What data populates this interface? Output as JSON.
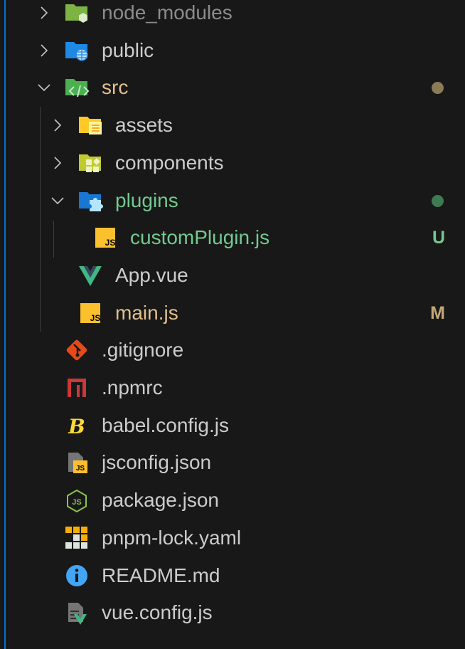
{
  "explorer": {
    "items": [
      {
        "label": "node_modules",
        "depth": 0,
        "kind": "folder",
        "expanded": false,
        "icon": "node-modules-folder-icon",
        "color": "#8c8c8c"
      },
      {
        "label": "public",
        "depth": 0,
        "kind": "folder",
        "expanded": false,
        "icon": "public-folder-icon",
        "color": "#cccccc"
      },
      {
        "label": "src",
        "depth": 0,
        "kind": "folder",
        "expanded": true,
        "icon": "src-folder-icon",
        "color": "#e2c08d",
        "status_dot": "#8b7b57"
      },
      {
        "label": "assets",
        "depth": 1,
        "kind": "folder",
        "expanded": false,
        "icon": "assets-folder-icon",
        "color": "#cccccc"
      },
      {
        "label": "components",
        "depth": 1,
        "kind": "folder",
        "expanded": false,
        "icon": "components-folder-icon",
        "color": "#cccccc"
      },
      {
        "label": "plugins",
        "depth": 1,
        "kind": "folder",
        "expanded": true,
        "icon": "plugins-folder-icon",
        "color": "#73c991",
        "status_dot": "#3f7a52"
      },
      {
        "label": "customPlugin.js",
        "depth": 2,
        "kind": "file",
        "icon": "javascript-icon",
        "color": "#73c991",
        "badge": "U",
        "badge_color": "#73c991"
      },
      {
        "label": "App.vue",
        "depth": 1,
        "kind": "file",
        "icon": "vue-icon",
        "color": "#cccccc"
      },
      {
        "label": "main.js",
        "depth": 1,
        "kind": "file",
        "icon": "javascript-icon",
        "color": "#e2c08d",
        "badge": "M",
        "badge_color": "#c4a774"
      },
      {
        "label": ".gitignore",
        "depth": 0,
        "kind": "file",
        "icon": "git-icon",
        "color": "#cccccc"
      },
      {
        "label": ".npmrc",
        "depth": 0,
        "kind": "file",
        "icon": "npm-icon",
        "color": "#cccccc"
      },
      {
        "label": "babel.config.js",
        "depth": 0,
        "kind": "file",
        "icon": "babel-icon",
        "color": "#cccccc"
      },
      {
        "label": "jsconfig.json",
        "depth": 0,
        "kind": "file",
        "icon": "jsconfig-icon",
        "color": "#cccccc"
      },
      {
        "label": "package.json",
        "depth": 0,
        "kind": "file",
        "icon": "nodejs-icon",
        "color": "#cccccc"
      },
      {
        "label": "pnpm-lock.yaml",
        "depth": 0,
        "kind": "file",
        "icon": "pnpm-icon",
        "color": "#cccccc"
      },
      {
        "label": "README.md",
        "depth": 0,
        "kind": "file",
        "icon": "info-icon",
        "color": "#cccccc"
      },
      {
        "label": "vue.config.js",
        "depth": 0,
        "kind": "file",
        "icon": "vue-config-icon",
        "color": "#cccccc"
      }
    ]
  }
}
